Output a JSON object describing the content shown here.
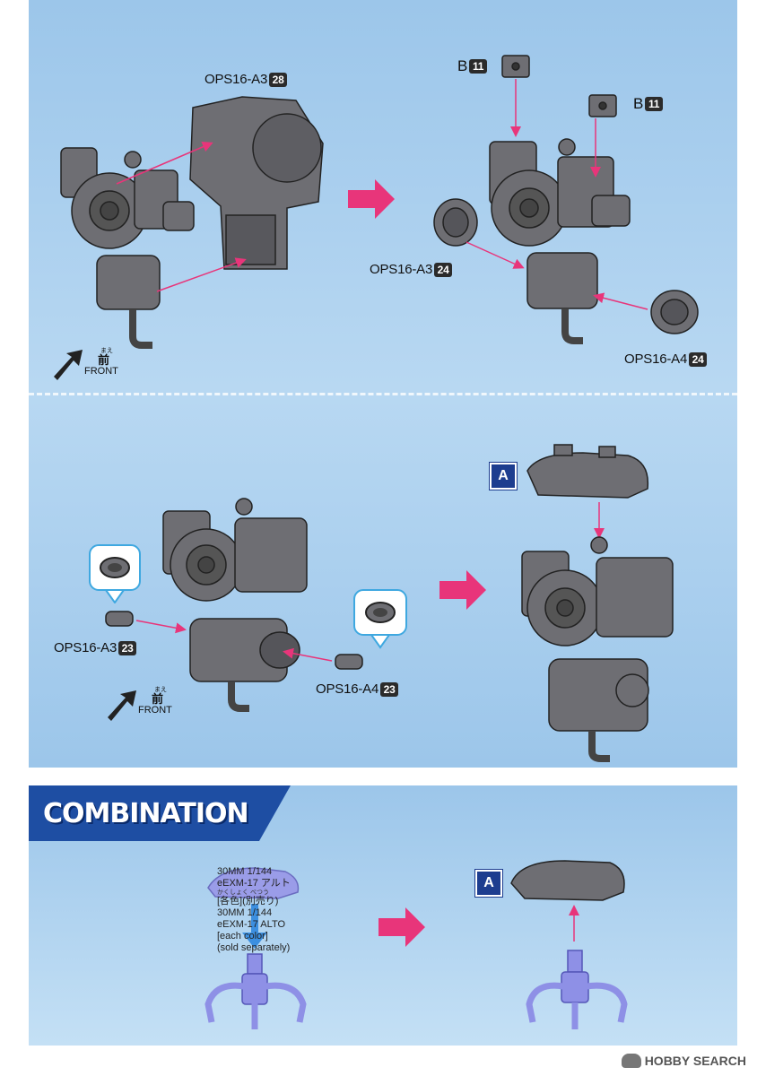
{
  "panels": {
    "top": {
      "part_a3_28": {
        "code": "OPS16-A3",
        "num": "28"
      },
      "part_b11_a": {
        "code": "B",
        "num": "11"
      },
      "part_b11_b": {
        "code": "B",
        "num": "11"
      },
      "part_a3_24": {
        "code": "OPS16-A3",
        "num": "24"
      },
      "part_a4_24": {
        "code": "OPS16-A4",
        "num": "24"
      },
      "front": {
        "ruby": "まえ",
        "kanji": "前",
        "label": "FRONT"
      }
    },
    "mid": {
      "part_a3_23": {
        "code": "OPS16-A3",
        "num": "23"
      },
      "part_a4_23": {
        "code": "OPS16-A4",
        "num": "23"
      },
      "badge": "A",
      "front": {
        "ruby": "まえ",
        "kanji": "前",
        "label": "FRONT"
      }
    },
    "bottom": {
      "title": "COMBINATION",
      "badge": "A",
      "text": {
        "line1": "30MM 1/144",
        "line2": "eEXM-17 アルト",
        "ruby": "かくしょく べつう",
        "line3": "[各色](別売り)",
        "line4": "30MM 1/144",
        "line5": "eEXM-17 ALTO",
        "line6": "[each color]",
        "line7": "(sold separately)"
      }
    }
  },
  "footer": {
    "page": "",
    "brand": "HOBBY SEARCH"
  },
  "colors": {
    "bg_panel": "#9cc6ea",
    "accent_arrow": "#e8357a",
    "part_gray": "#6e6e73",
    "badge_blue": "#1d3d8f"
  }
}
